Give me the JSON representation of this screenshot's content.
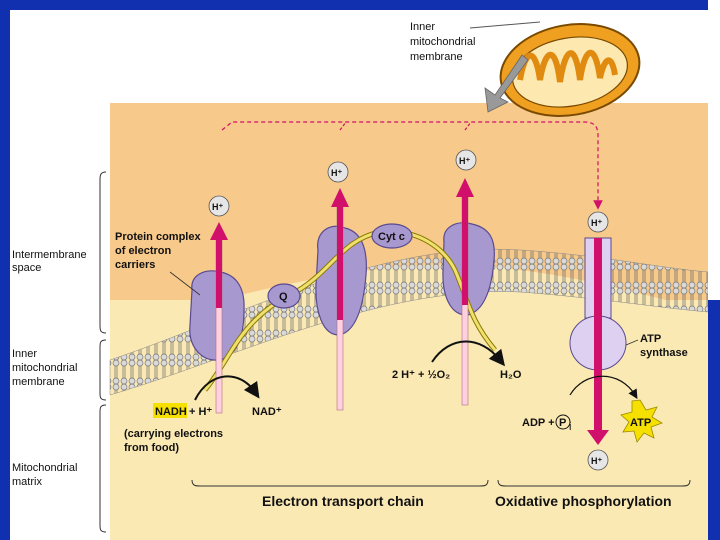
{
  "labels": {
    "inner_membrane_top": [
      "Inner",
      "mitochondrial",
      "membrane"
    ],
    "intermembrane_space": [
      "Intermembrane",
      "space"
    ],
    "inner_membrane_side": [
      "Inner",
      "mitochondrial",
      "membrane"
    ],
    "matrix": [
      "Mitochondrial",
      "matrix"
    ],
    "protein_complex": [
      "Protein complex",
      "of electron",
      "carriers"
    ],
    "q": "Q",
    "cyt_c": "Cyt c",
    "atp_synthase": [
      "ATP",
      "synthase"
    ],
    "nadh": "NADH",
    "plus_h": "+ H⁺",
    "nad": "NAD⁺",
    "carrying": [
      "(carrying electrons",
      "from food)"
    ],
    "water_reaction": "2 H⁺ + ½O₂",
    "h2o": "H₂O",
    "adp": "ADP +",
    "pi": "P",
    "pi_sub": "i",
    "atp": "ATP",
    "h_plus": "H⁺",
    "etc": "Electron transport chain",
    "oxphos": "Oxidative phosphorylation"
  },
  "colors": {
    "intermembrane": "#f7c98a",
    "matrix": "#fbe9b4",
    "protein": "#a898d0",
    "arrow": "#d0106a",
    "dashed": "#d0106a",
    "membrane_head": "#d8d8d8",
    "electron_path": "#f0e070",
    "atp_star": "#f5e000",
    "mito_outer": "#f0a020"
  }
}
